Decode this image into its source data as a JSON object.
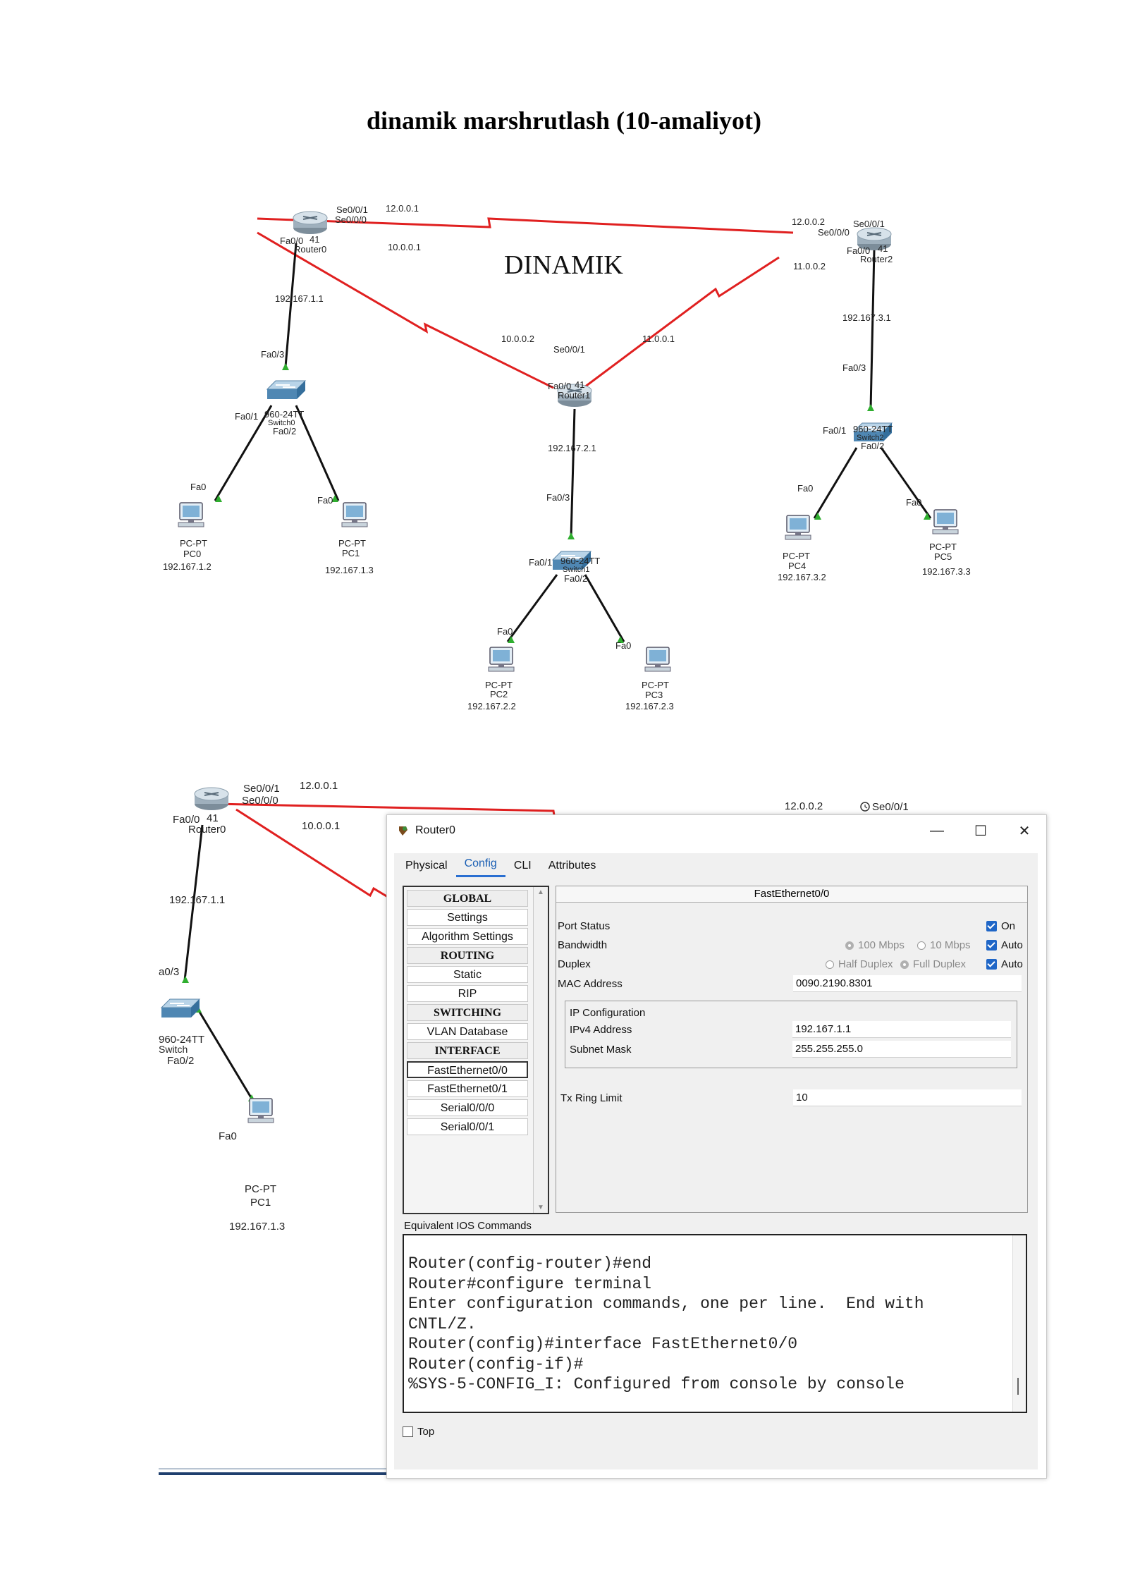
{
  "document": {
    "title": "dinamik marshrutlash (10-amaliyot)"
  },
  "figure1": {
    "label": "DINAMIK",
    "r0": {
      "se01": "Se0/0/1",
      "se00": "Se0/0/0",
      "fa": "Fa0/0",
      "fa41": "41",
      "name": "Router0",
      "ip_se": "12.0.0.1",
      "ip_10": "10.0.0.1",
      "gw": "192.167.1.1"
    },
    "r2": {
      "ip_12": "12.0.0.2",
      "se01": "Se0/0/1",
      "se00": "Se0/0/0",
      "fa": "Fa0/0",
      "fa41": "41",
      "name": "Router2",
      "ip_11": "11.0.0.2",
      "gw": "192.167.3.1"
    },
    "r1": {
      "ip_10": "10.0.0.2",
      "ip_11": "11.0.0.1",
      "se": "Se0/0/1",
      "fa": "Fa0/0",
      "fa41": "41",
      "name": "Router1",
      "gw": "192.167.2.1"
    },
    "sw0": {
      "fa3": "Fa0/3",
      "fa1": "Fa0/1",
      "model": "960-24TT",
      "name": "Switch0",
      "fa2": "Fa0/2"
    },
    "sw1": {
      "fa3": "Fa0/3",
      "fa1": "Fa0/1",
      "model": "960-24TT",
      "name": "Switch1",
      "fa2": "Fa0/2"
    },
    "sw2": {
      "fa3": "Fa0/3",
      "fa1": "Fa0/1",
      "model": "960-24TT",
      "name": "Switch2",
      "fa2": "Fa0/2"
    },
    "fa0": "Fa0",
    "pc_type": "PC-PT",
    "pcs": [
      {
        "name": "PC0",
        "ip": "192.167.1.2"
      },
      {
        "name": "PC1",
        "ip": "192.167.1.3"
      },
      {
        "name": "PC2",
        "ip": "192.167.2.2"
      },
      {
        "name": "PC3",
        "ip": "192.167.2.3"
      },
      {
        "name": "PC4",
        "ip": "192.167.3.2"
      },
      {
        "name": "PC5",
        "ip": "192.167.3.3"
      }
    ]
  },
  "figure2": {
    "se01": "Se0/0/1",
    "se00": "Se0/0/0",
    "ip_se": "12.0.0.1",
    "ip_10": "10.0.0.1",
    "fa": "Fa0/0",
    "fa41": "41",
    "router": "Router0",
    "gw": "192.167.1.1",
    "fa3": "a0/3",
    "sw_model": "960-24TT",
    "sw_name": "Switch",
    "fa2": "Fa0/2",
    "fa0": "Fa0",
    "pc_type": "PC-PT",
    "pc_name": "PC1",
    "pc_ip": "192.167.1.3",
    "r2_ip": "12.0.0.2",
    "r2_se": "Se0/0/1"
  },
  "dialog": {
    "title": "Router0",
    "tabs": [
      "Physical",
      "Config",
      "CLI",
      "Attributes"
    ],
    "nav": [
      {
        "label": "GLOBAL",
        "header": true
      },
      {
        "label": "Settings"
      },
      {
        "label": "Algorithm Settings"
      },
      {
        "label": "ROUTING",
        "header": true
      },
      {
        "label": "Static"
      },
      {
        "label": "RIP"
      },
      {
        "label": "SWITCHING",
        "header": true
      },
      {
        "label": "VLAN Database"
      },
      {
        "label": "INTERFACE",
        "header": true
      },
      {
        "label": "FastEthernet0/0",
        "selected": true
      },
      {
        "label": "FastEthernet0/1"
      },
      {
        "label": "Serial0/0/0"
      },
      {
        "label": "Serial0/0/1"
      }
    ],
    "panel_title": "FastEthernet0/0",
    "port_status_label": "Port Status",
    "port_status_on": "On",
    "bandwidth_label": "Bandwidth",
    "bw_100": "100 Mbps",
    "bw_10": "10 Mbps",
    "auto": "Auto",
    "duplex_label": "Duplex",
    "half_duplex": "Half Duplex",
    "full_duplex": "Full Duplex",
    "mac_label": "MAC Address",
    "mac": "0090.2190.8301",
    "ip_config_label": "IP Configuration",
    "ipv4_label": "IPv4 Address",
    "ipv4": "192.167.1.1",
    "mask_label": "Subnet Mask",
    "mask": "255.255.255.0",
    "tx_label": "Tx Ring Limit",
    "tx": "10",
    "eq_label": "Equivalent IOS Commands",
    "console": [
      "Router(config-router)#end",
      "Router#configure terminal",
      "Enter configuration commands, one per line.  End with",
      "CNTL/Z.",
      "Router(config)#interface FastEthernet0/0",
      "Router(config-if)#",
      "%SYS-5-CONFIG_I: Configured from console by console"
    ],
    "top_label": "Top"
  },
  "colors": {
    "serial_link": "#e02020",
    "ethernet_link": "#111111",
    "port_up": "#2fae2f",
    "accent": "#2a6fd1"
  }
}
